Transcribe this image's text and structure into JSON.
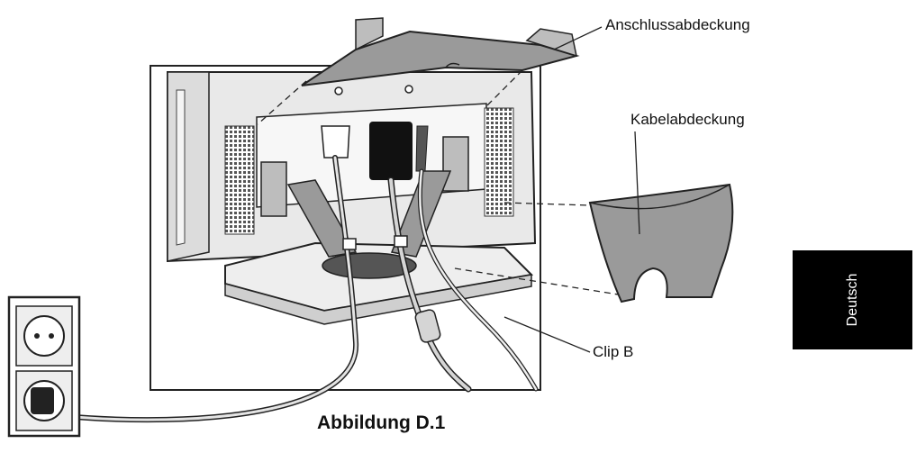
{
  "labels": {
    "port_cover": "Anschlussabdeckung",
    "cable_cover": "Kabelabdeckung",
    "clip": "Clip B"
  },
  "caption": "Abbildung D.1",
  "language_tab": "Deutsch",
  "colors": {
    "cover_gray": "#9a9a9a",
    "monitor_light": "#ebebeb",
    "ink": "#111111",
    "tab": "#000000"
  }
}
